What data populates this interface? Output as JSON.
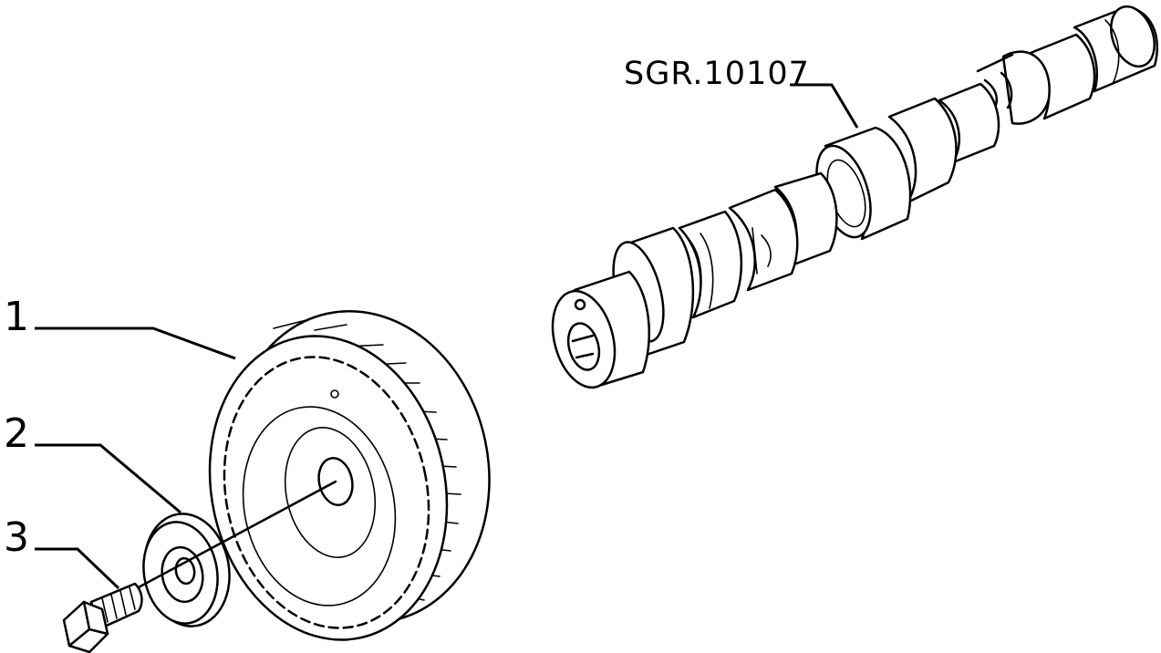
{
  "callouts": {
    "part1": "1",
    "part2": "2",
    "part3": "3",
    "camshaft_code": "SGR.10107"
  },
  "colors": {
    "line": "#000000",
    "background": "#ffffff"
  }
}
